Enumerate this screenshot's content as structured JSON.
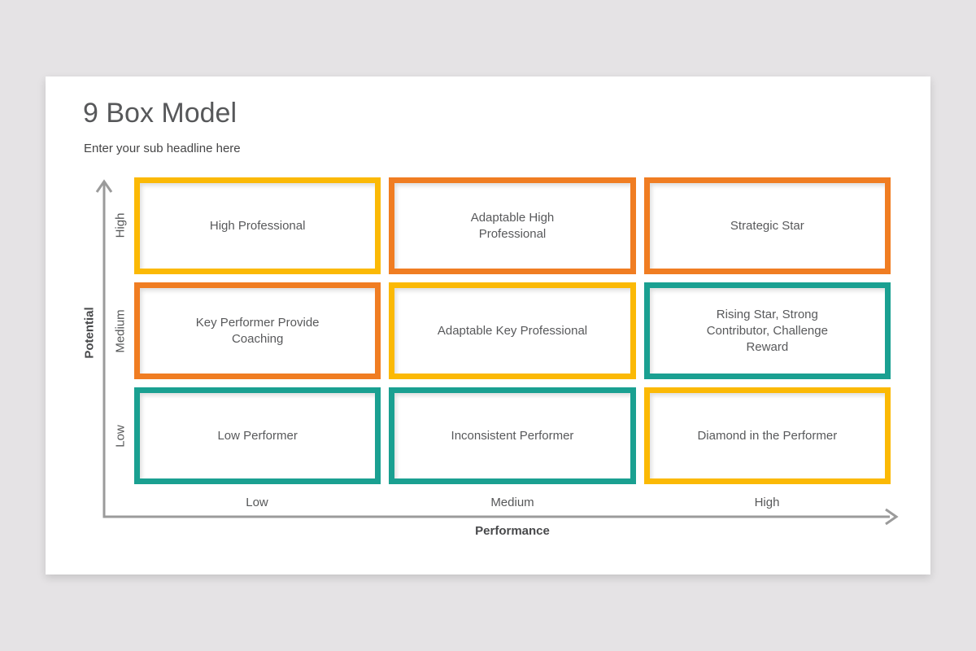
{
  "slide": {
    "title": "9 Box Model",
    "subtitle": "Enter your sub headline here"
  },
  "chart": {
    "type": "matrix-9box",
    "x_axis": {
      "label": "Performance",
      "ticks": [
        "Low",
        "Medium",
        "High"
      ]
    },
    "y_axis": {
      "label": "Potential",
      "ticks": [
        "High",
        "Medium",
        "Low"
      ]
    },
    "colors": {
      "yellow": "#FBB905",
      "orange": "#F07D22",
      "teal": "#1AA091",
      "axis": "#9B9B9B",
      "text": "#58595B"
    },
    "cells": [
      {
        "potential": "High",
        "performance": "Low",
        "label": "High Professional",
        "border": "#FBB905"
      },
      {
        "potential": "High",
        "performance": "Medium",
        "label": "Adaptable High\nProfessional",
        "border": "#F07D22"
      },
      {
        "potential": "High",
        "performance": "High",
        "label": "Strategic Star",
        "border": "#F07D22"
      },
      {
        "potential": "Medium",
        "performance": "Low",
        "label": "Key Performer Provide\nCoaching",
        "border": "#F07D22"
      },
      {
        "potential": "Medium",
        "performance": "Medium",
        "label": "Adaptable Key Professional",
        "border": "#FBB905"
      },
      {
        "potential": "Medium",
        "performance": "High",
        "label": "Rising Star, Strong\nContributor, Challenge\nReward",
        "border": "#1AA091"
      },
      {
        "potential": "Low",
        "performance": "Low",
        "label": "Low Performer",
        "border": "#1AA091"
      },
      {
        "potential": "Low",
        "performance": "Medium",
        "label": "Inconsistent Performer",
        "border": "#1AA091"
      },
      {
        "potential": "Low",
        "performance": "High",
        "label": "Diamond in the Performer",
        "border": "#FBB905"
      }
    ]
  }
}
